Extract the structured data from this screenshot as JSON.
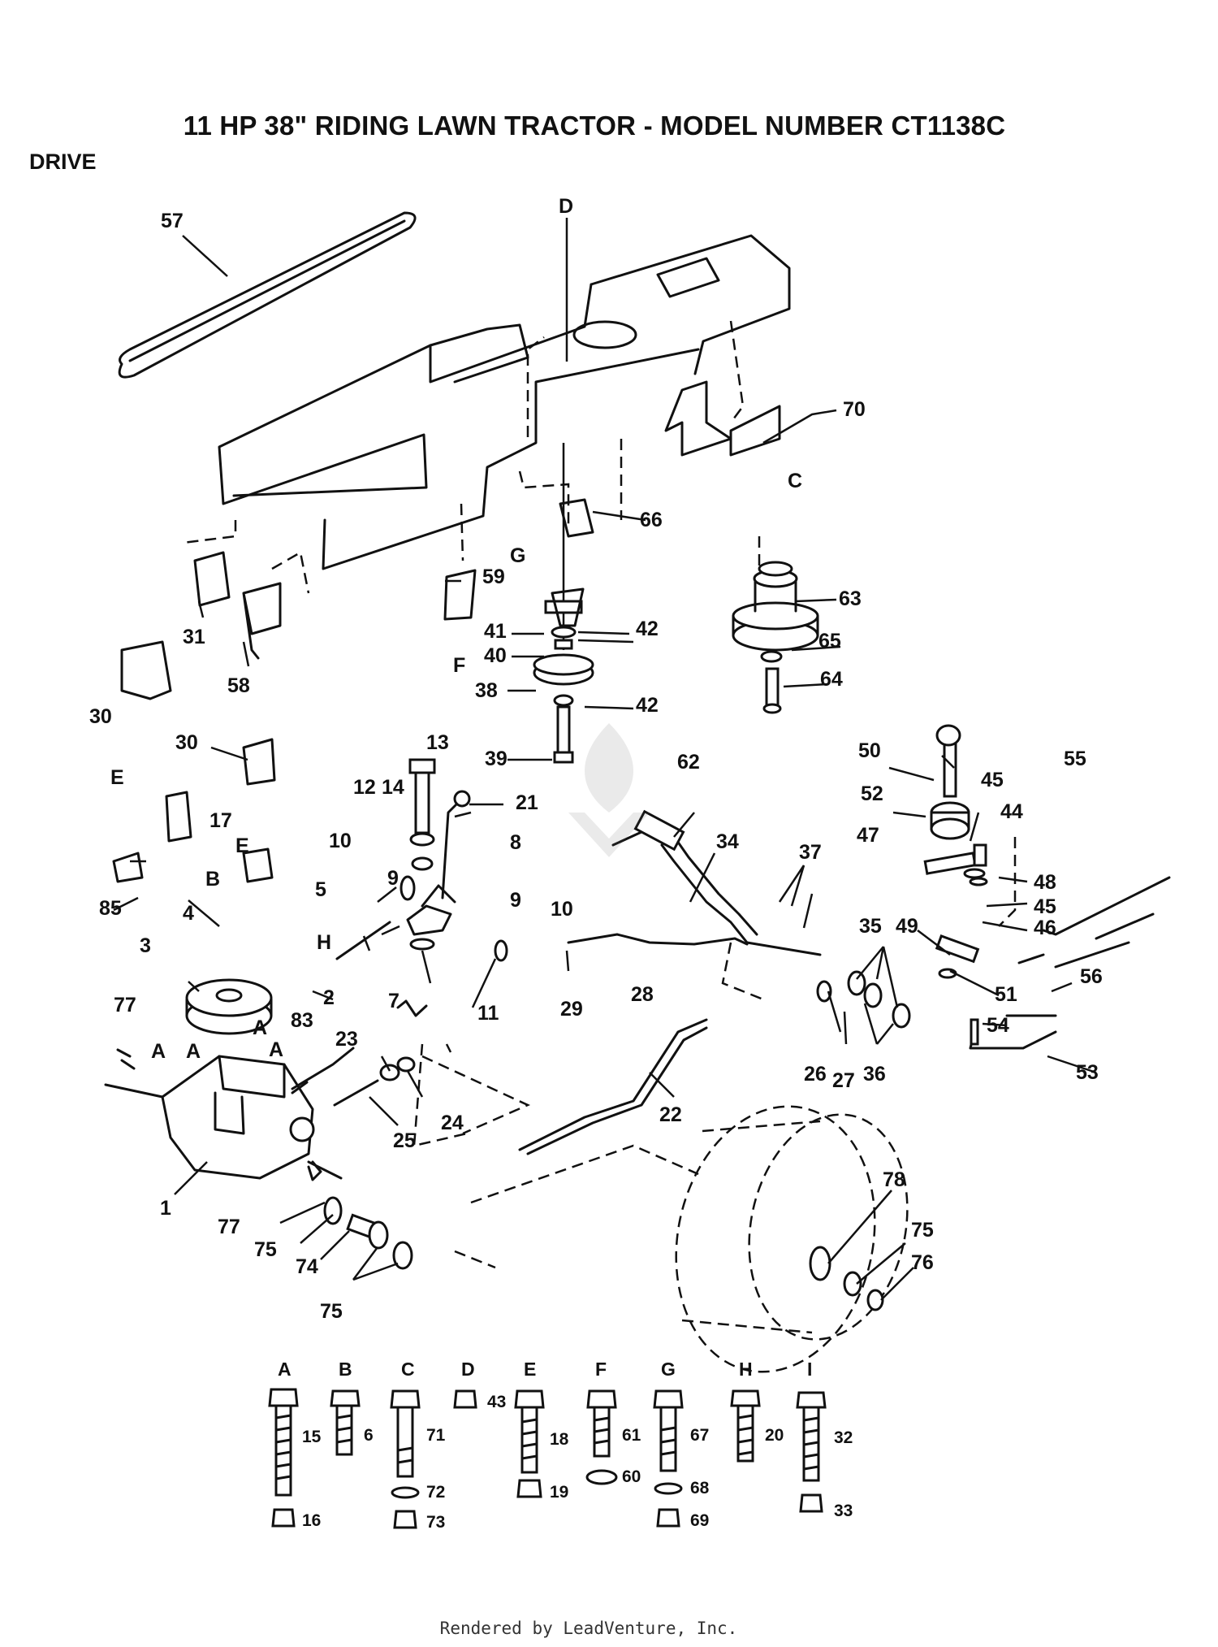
{
  "header": {
    "title": "11 HP 38\" RIDING LAWN TRACTOR - MODEL NUMBER CT1138C",
    "section": "DRIVE"
  },
  "diagram": {
    "callouts": [
      {
        "id": "57",
        "text": "57"
      },
      {
        "id": "D",
        "text": "D"
      },
      {
        "id": "70",
        "text": "70"
      },
      {
        "id": "C",
        "text": "C"
      },
      {
        "id": "66",
        "text": "66"
      },
      {
        "id": "G",
        "text": "G"
      },
      {
        "id": "59",
        "text": "59"
      },
      {
        "id": "F",
        "text": "F"
      },
      {
        "id": "31",
        "text": "31"
      },
      {
        "id": "58",
        "text": "58"
      },
      {
        "id": "63",
        "text": "63"
      },
      {
        "id": "65",
        "text": "65"
      },
      {
        "id": "64",
        "text": "64"
      },
      {
        "id": "41",
        "text": "41"
      },
      {
        "id": "42a",
        "text": "42"
      },
      {
        "id": "40",
        "text": "40"
      },
      {
        "id": "38",
        "text": "38"
      },
      {
        "id": "42b",
        "text": "42"
      },
      {
        "id": "39",
        "text": "39"
      },
      {
        "id": "30a",
        "text": "30"
      },
      {
        "id": "30b",
        "text": "30"
      },
      {
        "id": "13",
        "text": "13"
      },
      {
        "id": "12",
        "text": "12"
      },
      {
        "id": "14",
        "text": "14"
      },
      {
        "id": "21",
        "text": "21"
      },
      {
        "id": "8",
        "text": "8"
      },
      {
        "id": "62",
        "text": "62"
      },
      {
        "id": "34",
        "text": "34"
      },
      {
        "id": "37",
        "text": "37"
      },
      {
        "id": "50",
        "text": "50"
      },
      {
        "id": "45a",
        "text": "45"
      },
      {
        "id": "55",
        "text": "55"
      },
      {
        "id": "52",
        "text": "52"
      },
      {
        "id": "44",
        "text": "44"
      },
      {
        "id": "47",
        "text": "47"
      },
      {
        "id": "48",
        "text": "48"
      },
      {
        "id": "45b",
        "text": "45"
      },
      {
        "id": "46",
        "text": "46"
      },
      {
        "id": "E1",
        "text": "E"
      },
      {
        "id": "17",
        "text": "17"
      },
      {
        "id": "B",
        "text": "B"
      },
      {
        "id": "E2",
        "text": "E"
      },
      {
        "id": "5",
        "text": "5"
      },
      {
        "id": "H",
        "text": "H"
      },
      {
        "id": "85",
        "text": "85"
      },
      {
        "id": "10a",
        "text": "10"
      },
      {
        "id": "9a",
        "text": "9"
      },
      {
        "id": "9b",
        "text": "9"
      },
      {
        "id": "10b",
        "text": "10"
      },
      {
        "id": "4",
        "text": "4"
      },
      {
        "id": "3",
        "text": "3"
      },
      {
        "id": "2",
        "text": "2"
      },
      {
        "id": "7",
        "text": "7"
      },
      {
        "id": "11",
        "text": "11"
      },
      {
        "id": "29",
        "text": "29"
      },
      {
        "id": "28",
        "text": "28"
      },
      {
        "id": "49",
        "text": "49"
      },
      {
        "id": "35",
        "text": "35"
      },
      {
        "id": "51",
        "text": "51"
      },
      {
        "id": "56",
        "text": "56"
      },
      {
        "id": "54",
        "text": "54"
      },
      {
        "id": "53",
        "text": "53"
      },
      {
        "id": "26",
        "text": "26"
      },
      {
        "id": "27",
        "text": "27"
      },
      {
        "id": "36",
        "text": "36"
      },
      {
        "id": "77a",
        "text": "77"
      },
      {
        "id": "83",
        "text": "83"
      },
      {
        "id": "A1",
        "text": "A"
      },
      {
        "id": "A2",
        "text": "A"
      },
      {
        "id": "A3",
        "text": "A"
      },
      {
        "id": "A4",
        "text": "A"
      },
      {
        "id": "23",
        "text": "23"
      },
      {
        "id": "24",
        "text": "24"
      },
      {
        "id": "25",
        "text": "25"
      },
      {
        "id": "22",
        "text": "22"
      },
      {
        "id": "1",
        "text": "1"
      },
      {
        "id": "77b",
        "text": "77"
      },
      {
        "id": "75a",
        "text": "75"
      },
      {
        "id": "74",
        "text": "74"
      },
      {
        "id": "75b",
        "text": "75"
      },
      {
        "id": "78",
        "text": "78"
      },
      {
        "id": "75c",
        "text": "75"
      },
      {
        "id": "76",
        "text": "76"
      }
    ]
  },
  "hardware_key": [
    {
      "letter": "A",
      "items": [
        "15",
        "16"
      ]
    },
    {
      "letter": "B",
      "items": [
        "6"
      ]
    },
    {
      "letter": "C",
      "items": [
        "71",
        "72",
        "73"
      ]
    },
    {
      "letter": "D",
      "items": [
        "43"
      ]
    },
    {
      "letter": "E",
      "items": [
        "18",
        "19"
      ]
    },
    {
      "letter": "F",
      "items": [
        "61",
        "60"
      ]
    },
    {
      "letter": "G",
      "items": [
        "67",
        "68",
        "69"
      ]
    },
    {
      "letter": "H",
      "items": [
        "20"
      ]
    },
    {
      "letter": "I",
      "items": [
        "32",
        "33"
      ]
    }
  ],
  "footer": {
    "credit": "Rendered by LeadVenture, Inc."
  }
}
